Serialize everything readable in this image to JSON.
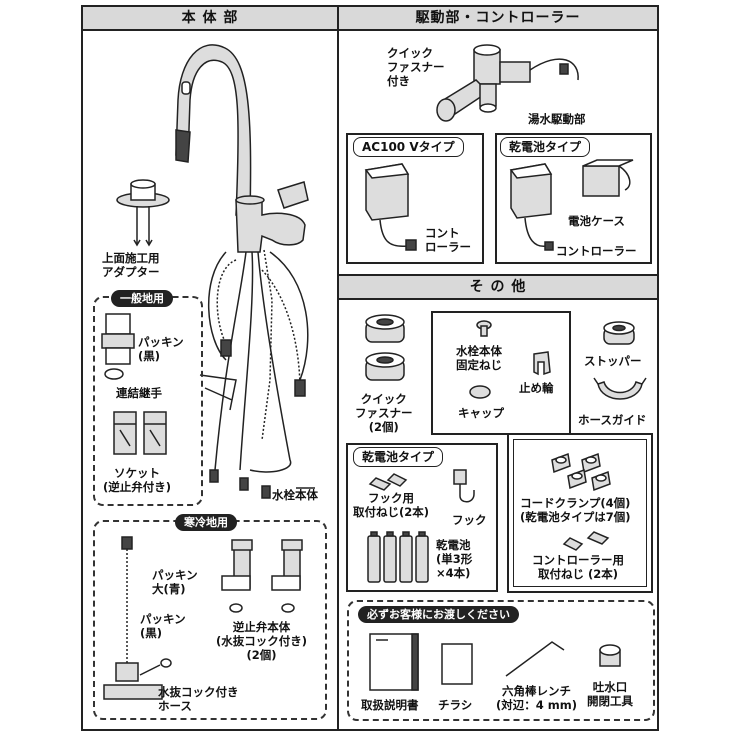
{
  "main_body": {
    "title": "本 体 部",
    "adapter_label": "上面施工用\nアダプター",
    "faucet_label": "水栓本体",
    "general": {
      "badge": "一般地用",
      "packing_label": "パッキン\n(黒)",
      "joint_label": "連結継手",
      "socket_label": "ソケット\n(逆止弁付き)"
    },
    "cold": {
      "badge": "寒冷地用",
      "packing_large_label": "パッキン\n大(青)",
      "packing_black_label": "パッキン\n(黒)",
      "check_valve_label": "逆止弁本体\n(水抜コック付き)\n(2個)",
      "drain_hose_label": "水抜コック付き\nホース"
    }
  },
  "drive": {
    "title": "駆動部・コントローラー",
    "quick_fastener_label": "クイック\nファスナー\n付き",
    "drive_unit_label": "湯水駆動部",
    "ac_type": {
      "title": "AC100 Vタイプ",
      "controller_label": "コント\nローラー"
    },
    "battery_type": {
      "title": "乾電池タイプ",
      "case_label": "電池ケース",
      "controller_label": "コントローラー"
    }
  },
  "other": {
    "title": "そ の 他",
    "quick_fastener_label": "クイック\nファスナー\n(2個)",
    "fixing_screw_label": "水栓本体\n固定ねじ",
    "cap_label": "キャップ",
    "retaining_ring_label": "止め輪",
    "stopper_label": "ストッパー",
    "hose_guide_label": "ホースガイド",
    "battery_type": {
      "badge": "乾電池タイプ",
      "hook_screw_label": "フック用\n取付ねじ(2本)",
      "hook_label": "フック",
      "battery_label": "乾電池\n(単3形\n×4本)"
    },
    "cord_clamp_label": "コードクランプ(4個)\n(乾電池タイプは7個)",
    "controller_screw_label": "コントローラー用\n取付ねじ (2本)",
    "customer": {
      "badge": "必ずお客様にお渡しください",
      "manual_label": "取扱説明書",
      "flyer_label": "チラシ",
      "hex_wrench_label": "六角棒レンチ\n(対辺：4 mm)",
      "spout_tool_label": "吐水口\n開閉工具"
    }
  }
}
